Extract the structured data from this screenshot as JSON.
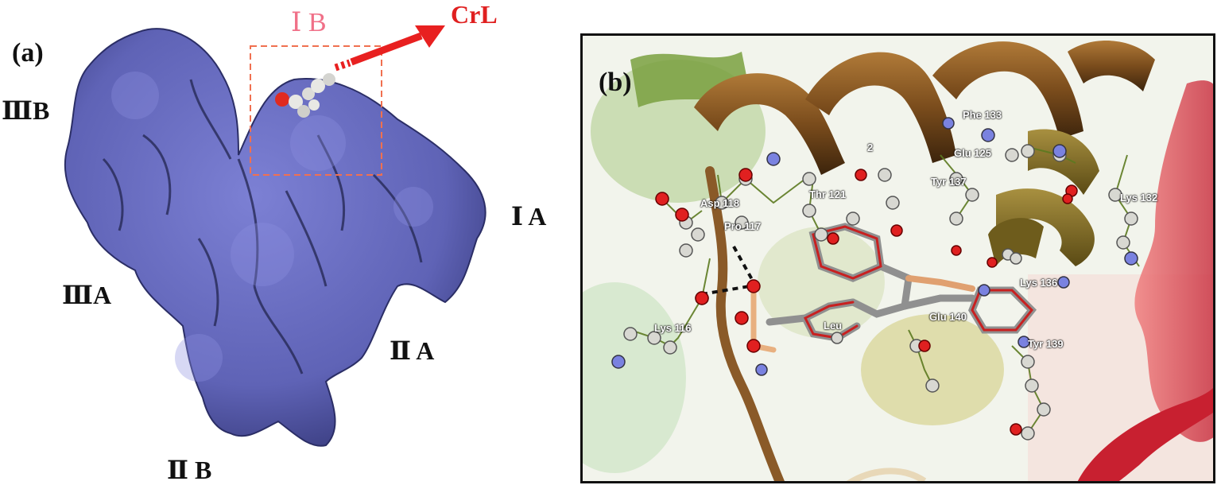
{
  "panel_a": {
    "tag": "(a)",
    "ligand_label": "CrL",
    "site_label": "Ⅰ B",
    "domains": [
      "ⅢB",
      "ⅢA",
      "Ⅰ A",
      "Ⅱ A",
      "Ⅱ B"
    ],
    "colors": {
      "protein": "#6b6fc0",
      "box": "#f07050",
      "arrow": "#e82020"
    }
  },
  "panel_b": {
    "tag": "(b)",
    "residues": [
      "Asp 118",
      "Pro 117",
      "Thr 121",
      "Glu 125",
      "Tyr 137",
      "Phe 133",
      "Lys 132",
      "Lys 116",
      "Leu",
      "Lys 136",
      "Glu 140",
      "Tyr 139",
      "2"
    ]
  }
}
